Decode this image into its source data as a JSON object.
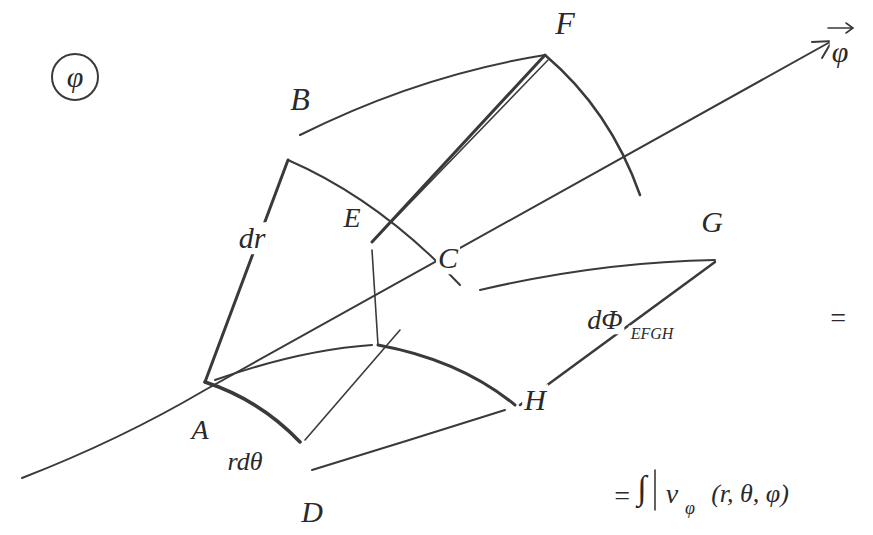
{
  "diagram": {
    "labels": [
      "φ",
      "B",
      "F",
      "φ",
      "dr",
      "C",
      "E",
      "G",
      "dΦ",
      "EFGH",
      "=",
      "A",
      "rdθ",
      "H",
      "D",
      "=",
      "∫",
      "v",
      "φ",
      "(r, θ, φ)"
    ]
  }
}
